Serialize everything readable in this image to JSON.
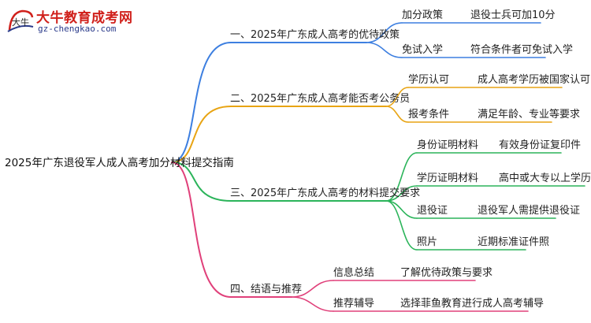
{
  "logo": {
    "title": "大牛教育成考网",
    "url": "gz-chengkao.com",
    "mark_glyph": "大牛"
  },
  "colors": {
    "branch1": "#3d7fe0",
    "branch2": "#e8a413",
    "branch3": "#2bb45a",
    "branch4": "#e0407a"
  },
  "root": "2025年广东退役军人成人高考加分材料提交指南",
  "branches": [
    {
      "label": "一、2025年广东成人高考的优待政策",
      "items": [
        {
          "key": "加分政策",
          "value": "退役士兵可加10分"
        },
        {
          "key": "免试入学",
          "value": "符合条件者可免试入学"
        }
      ]
    },
    {
      "label": "二、2025年广东成人高考能否考公务员",
      "items": [
        {
          "key": "学历认可",
          "value": "成人高考学历被国家认可"
        },
        {
          "key": "报考条件",
          "value": "满足年龄、专业等要求"
        }
      ]
    },
    {
      "label": "三、2025年广东成人高考的材料提交要求",
      "items": [
        {
          "key": "身份证明材料",
          "value": "有效身份证复印件"
        },
        {
          "key": "学历证明材料",
          "value": "高中或大专以上学历证明"
        },
        {
          "key": "退役证",
          "value": "退役军人需提供退役证"
        },
        {
          "key": "照片",
          "value": "近期标准证件照"
        }
      ]
    },
    {
      "label": "四、结语与推荐",
      "items": [
        {
          "key": "信息总结",
          "value": "了解优待政策与要求"
        },
        {
          "key": "推荐辅导",
          "value": "选择菲鱼教育进行成人高考辅导"
        }
      ]
    }
  ]
}
